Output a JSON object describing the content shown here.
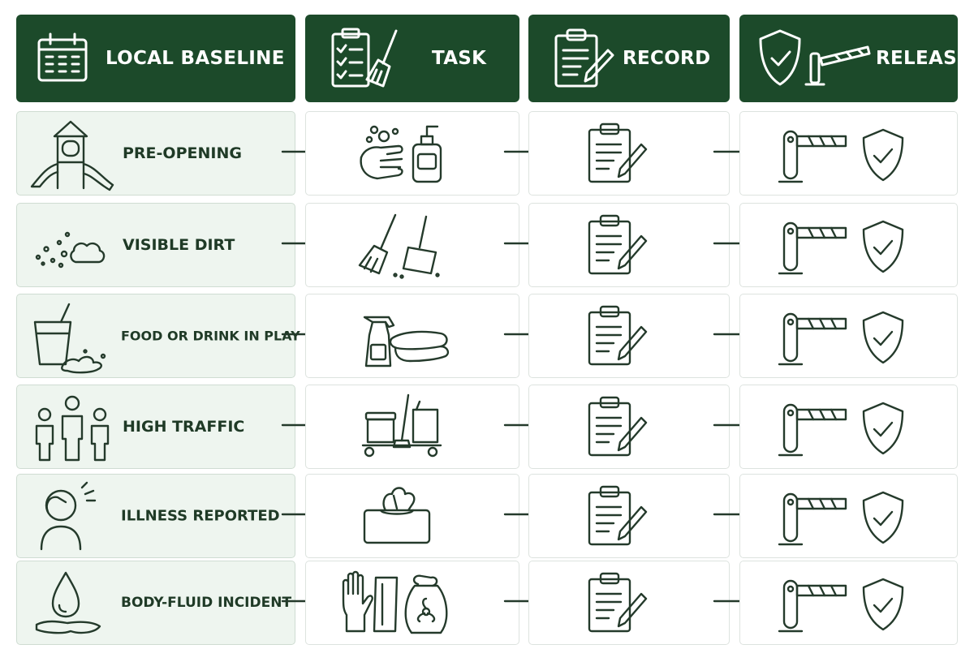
{
  "headers": [
    {
      "label": "LOCAL BASELINE",
      "icon": "calendar-icon"
    },
    {
      "label": "TASK",
      "icon": "checklist-broom-icon"
    },
    {
      "label": "RECORD",
      "icon": "clipboard-pen-icon"
    },
    {
      "label": "RELEASE",
      "icon": "shield-barrier-icon"
    }
  ],
  "rows": [
    {
      "label": "PRE-OPENING",
      "baseline_icon": "playground-icon",
      "task_icon": "handwash-soap-icon"
    },
    {
      "label": "VISIBLE DIRT",
      "baseline_icon": "dirt-pile-icon",
      "task_icon": "broom-dustpan-icon"
    },
    {
      "label": "FOOD OR DRINK IN PLAY",
      "baseline_icon": "spilled-drink-icon",
      "task_icon": "spray-cloth-icon"
    },
    {
      "label": "HIGH TRAFFIC",
      "baseline_icon": "people-group-icon",
      "task_icon": "cleaning-cart-icon"
    },
    {
      "label": "ILLNESS REPORTED",
      "baseline_icon": "sick-person-icon",
      "task_icon": "tissue-box-icon"
    },
    {
      "label": "BODY-FLUID INCIDENT",
      "baseline_icon": "fluid-drop-icon",
      "task_icon": "gloves-biohazard-bag-icon"
    }
  ],
  "record_icon": "clipboard-pen-icon",
  "release_icons": [
    "barrier-gate-icon",
    "shield-check-icon"
  ],
  "colors": {
    "header_bg": "#1c4a2a",
    "baseline_bg": "#eef5ef",
    "ink": "#243a2b"
  }
}
